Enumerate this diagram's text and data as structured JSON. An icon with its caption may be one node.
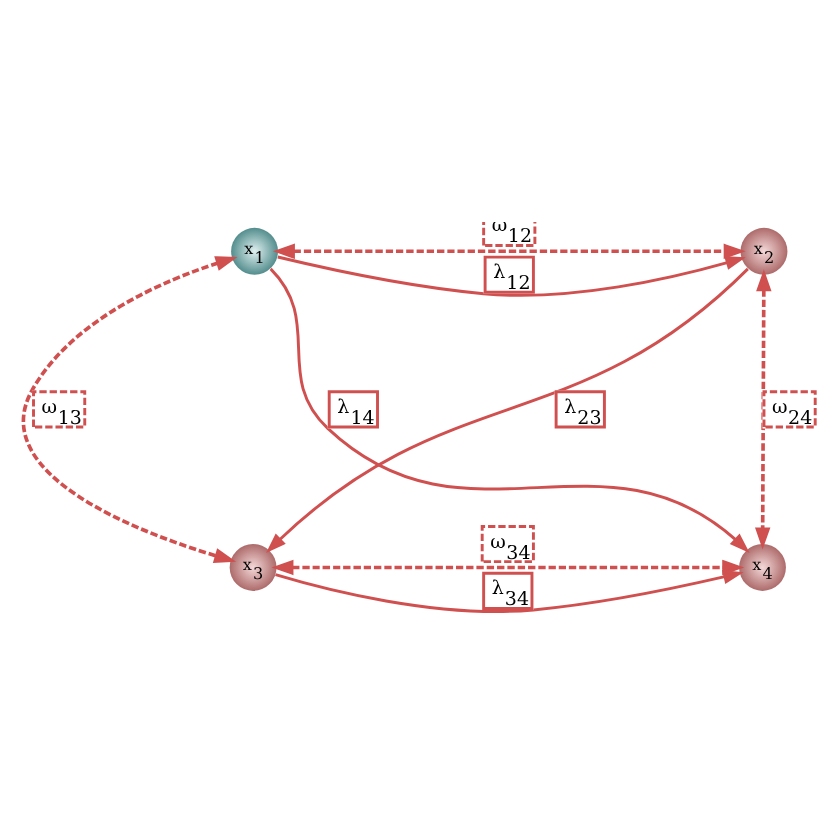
{
  "diagram": {
    "nodes": [
      {
        "text": [
          "x$_{1}$"
        ]
      },
      {
        "text": [
          "x$_{2}$"
        ]
      },
      {
        "text": [
          "x$_{3}$"
        ]
      },
      {
        "text": [
          "x$_{4}$"
        ]
      }
    ],
    "edges": [
      {
        "from": 0,
        "to": 1,
        "arrow": "to",
        "label": "λ$_{12}$"
      },
      {
        "from": 0,
        "to": 3,
        "arrow": "to",
        "label": "λ$_{14}$"
      },
      {
        "from": 1,
        "to": 2,
        "arrow": "to",
        "label": "λ$_{23}$"
      },
      {
        "from": 2,
        "to": 3,
        "arrow": "to",
        "label": "λ$_{34}$"
      },
      {
        "from": 0,
        "to": 1,
        "arrow": "both",
        "label": "ω$_{12}$",
        "style": "dashed"
      },
      {
        "from": 0,
        "to": 2,
        "arrow": "both",
        "label": "ω$_{13}$",
        "style": "dashed"
      },
      {
        "from": 1,
        "to": 3,
        "arrow": "both",
        "label": "ω$_{24}$",
        "style": "dashed"
      },
      {
        "from": 2,
        "to": 3,
        "arrow": "both",
        "label": "ω$_{34}$",
        "style": "dashed"
      }
    ]
  }
}
